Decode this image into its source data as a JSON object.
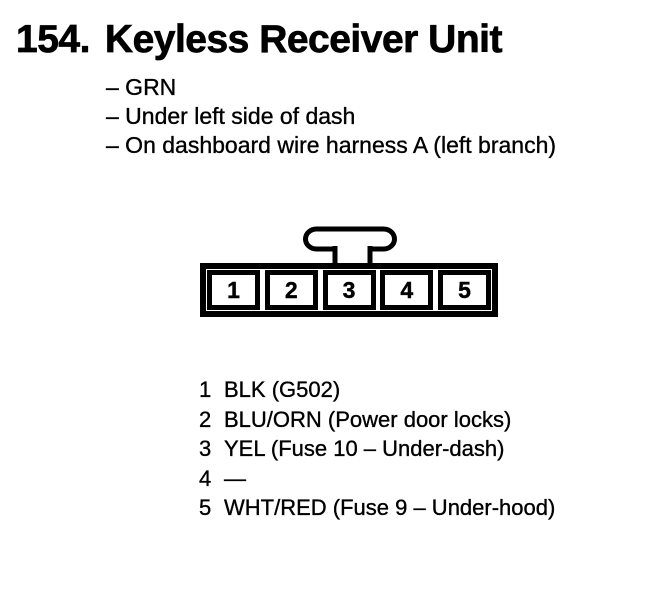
{
  "document": {
    "item_number": "154.",
    "title": "Keyless Receiver Unit",
    "details": [
      "– GRN",
      "– Under left side of dash",
      "– On dashboard wire harness A (left branch)"
    ]
  },
  "connector": {
    "latch_icon": "connector-latch-tab",
    "cavity_labels": [
      "1",
      "2",
      "3",
      "4",
      "5"
    ]
  },
  "pin_table": {
    "rows": [
      {
        "pin": "1",
        "description": "BLK (G502)"
      },
      {
        "pin": "2",
        "description": "BLU/ORN (Power door locks)"
      },
      {
        "pin": "3",
        "description": "YEL (Fuse 10 – Under-dash)"
      },
      {
        "pin": "4",
        "description": "—"
      },
      {
        "pin": "5",
        "description": "WHT/RED (Fuse 9 – Under-hood)"
      }
    ]
  },
  "colors": {
    "ink": "#000000",
    "paper": "#ffffff"
  }
}
